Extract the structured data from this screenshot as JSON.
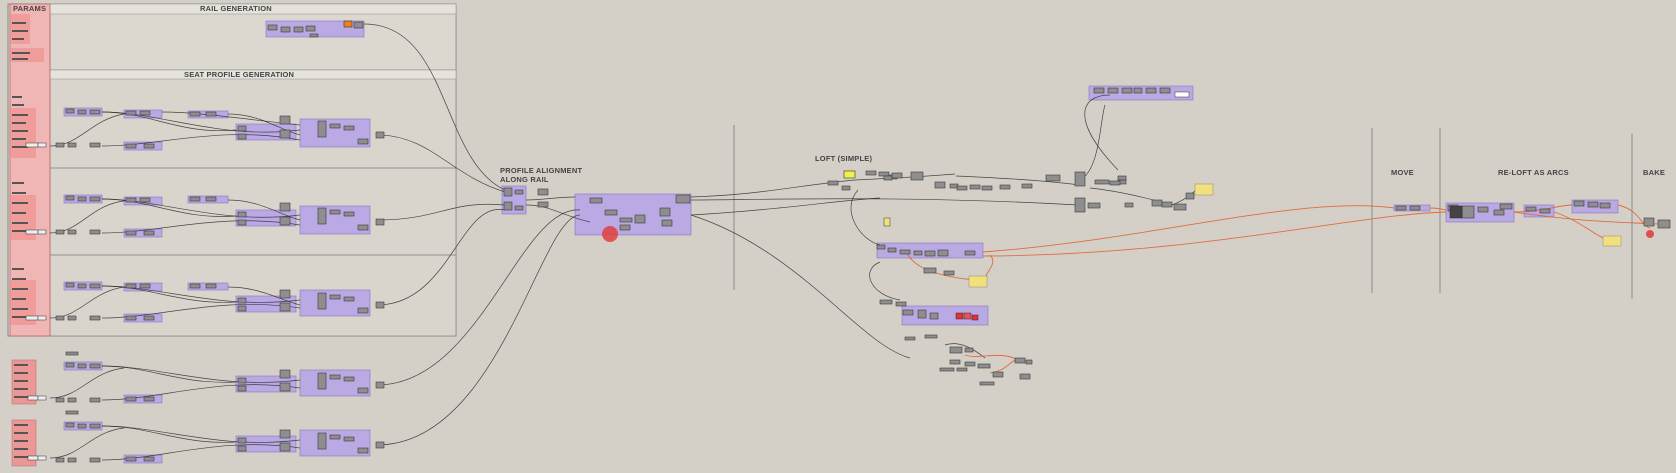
{
  "groups": {
    "params": "PARAMS",
    "rail_generation": "RAIL GENERATION",
    "seat_profile_generation": "SEAT PROFILE GENERATION",
    "profile_alignment_line1": "PROFILE ALIGNMENT",
    "profile_alignment_line2": "ALONG RAIL",
    "loft_simple": "LOFT (SIMPLE)",
    "move": "MOVE",
    "re_loft_as_arcs": "RE-LOFT AS ARCS",
    "bake": "BAKE"
  },
  "colors": {
    "canvas": "#d4d0c8",
    "group_purple": "#b8a6e6",
    "group_red": "#f4a6a6",
    "component": "#8e8e8e",
    "wire": "#2b2b2b",
    "wire_selected": "#e06030",
    "panel_yellow": "#f2e07a",
    "warning_orange": "#f08020",
    "error_red": "#d03030"
  }
}
